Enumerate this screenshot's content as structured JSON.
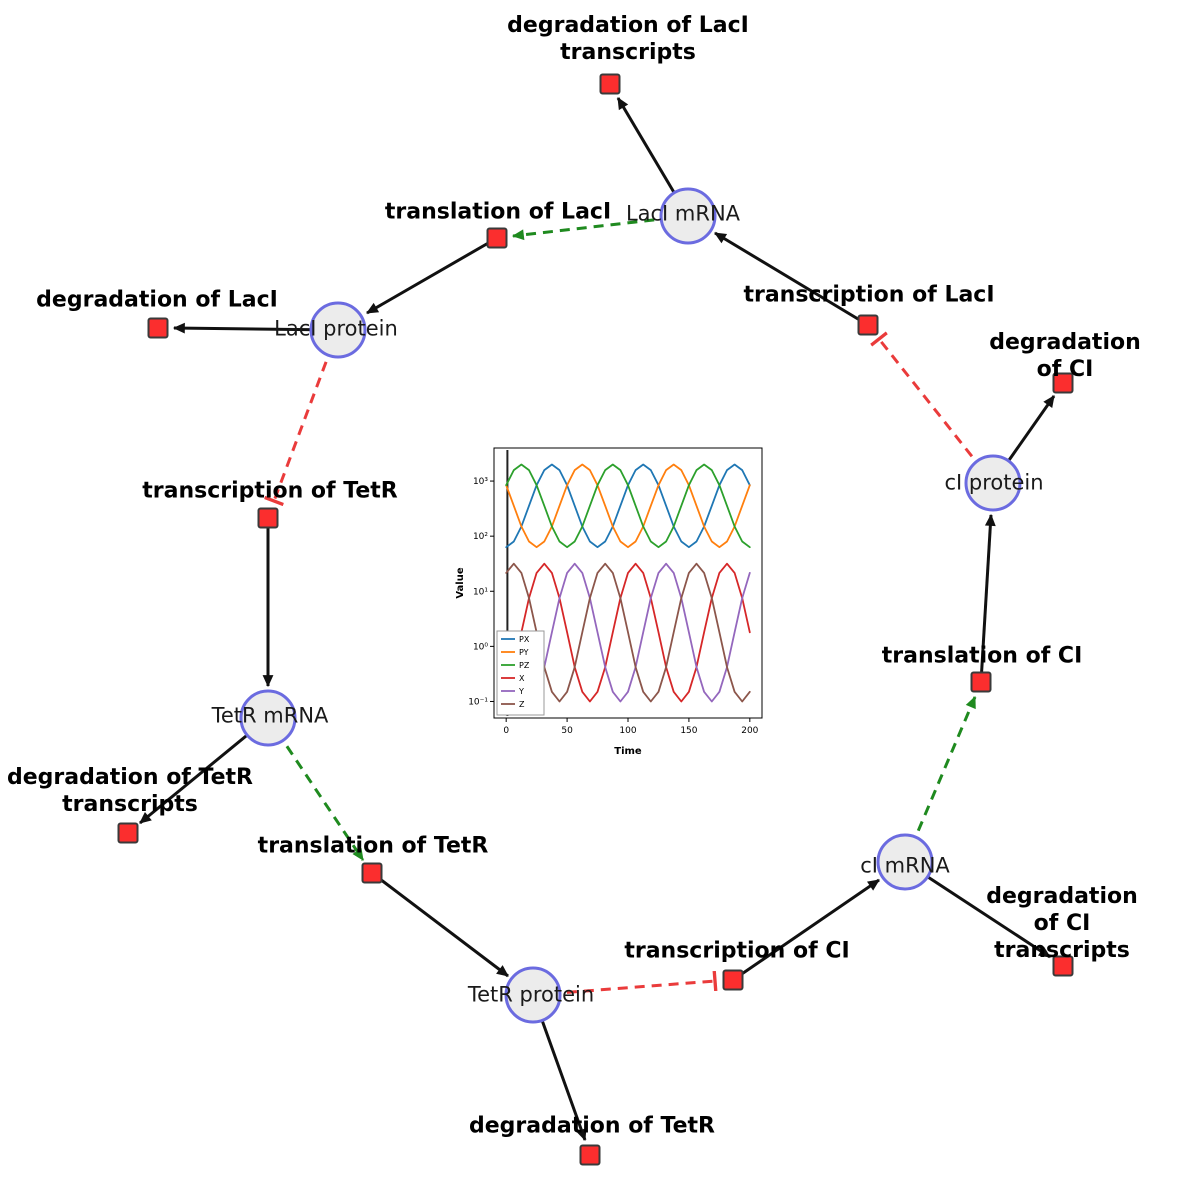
{
  "figure": {
    "description": "Repressilator gene regulatory network with simulation inset",
    "colors": {
      "species_fill": "#ececec",
      "species_border": "#6b6be0",
      "reaction_fill": "#fb2e2e",
      "reaction_border": "#3a3a3a",
      "edge_black": "#111111",
      "edge_green": "#1f8a1f",
      "edge_red": "#ea3b3b"
    }
  },
  "diagram": {
    "species": {
      "laci_mrna": "LacI mRNA",
      "laci_protein": "LacI protein",
      "tetr_mrna": "TetR mRNA",
      "tetr_protein": "TetR protein",
      "ci_mrna": "cI mRNA",
      "ci_protein": "cI protein"
    },
    "reactions": {
      "deg_laci_tx": "degradation of LacI\ntranscripts",
      "transl_laci": "translation of LacI",
      "transcr_laci": "transcription of LacI",
      "deg_laci": "degradation of LacI",
      "deg_ci": "degradation of CI",
      "transcr_tetr": "transcription of TetR",
      "transl_ci": "translation of CI",
      "deg_tetr_tx": "degradation of TetR\ntranscripts",
      "transl_tetr": "translation of TetR",
      "transcr_ci": "transcription of CI",
      "deg_ci_tx": "degradation of CI\ntranscripts",
      "deg_tetr": "degradation of TetR"
    }
  },
  "chart_data": {
    "type": "line",
    "title": "",
    "xlabel": "Time",
    "ylabel": "Value",
    "y_scale": "log",
    "grid": false,
    "legend_position": "lower left",
    "xlim": [
      -10,
      210
    ],
    "ylim_log": [
      -1.3,
      3.6
    ],
    "x_ticks": [
      0,
      50,
      100,
      150,
      200
    ],
    "y_ticks": [
      {
        "v": 0.1,
        "label": "10⁻¹"
      },
      {
        "v": 1,
        "label": "10⁰"
      },
      {
        "v": 10,
        "label": "10¹"
      },
      {
        "v": 100,
        "label": "10²"
      },
      {
        "v": 1000,
        "label": "10³"
      }
    ],
    "initial_transient_x": 1,
    "x": [
      0,
      6.25,
      12.5,
      18.75,
      25,
      31.25,
      37.5,
      43.75,
      50,
      56.25,
      62.5,
      68.75,
      75,
      81.25,
      87.5,
      93.75,
      100,
      106.25,
      112.5,
      118.75,
      125,
      131.25,
      137.5,
      143.75,
      150,
      156.25,
      162.5,
      168.75,
      175,
      181.25,
      187.5,
      193.75,
      200
    ],
    "series": [
      {
        "name": "PX",
        "color": "#1f77b4",
        "values": [
          63,
          80,
          150,
          355,
          840,
          1580,
          2000,
          1580,
          840,
          355,
          150,
          80,
          63,
          80,
          150,
          355,
          840,
          1580,
          2000,
          1580,
          840,
          355,
          150,
          80,
          63,
          80,
          150,
          355,
          840,
          1580,
          2000,
          1580,
          840
        ]
      },
      {
        "name": "PY",
        "color": "#ff7f0e",
        "values": [
          840,
          355,
          150,
          80,
          63,
          80,
          150,
          355,
          840,
          1580,
          2000,
          1580,
          840,
          355,
          150,
          80,
          63,
          80,
          150,
          355,
          840,
          1580,
          2000,
          1580,
          840,
          355,
          150,
          80,
          63,
          80,
          150,
          355,
          840
        ]
      },
      {
        "name": "PZ",
        "color": "#2ca02c",
        "values": [
          840,
          1580,
          2000,
          1580,
          840,
          355,
          150,
          80,
          63,
          80,
          150,
          355,
          840,
          1580,
          2000,
          1580,
          840,
          355,
          150,
          80,
          63,
          80,
          150,
          355,
          840,
          1580,
          2000,
          1580,
          840,
          355,
          150,
          80,
          63
        ]
      },
      {
        "name": "X",
        "color": "#d62728",
        "values": [
          0.15,
          0.42,
          1.8,
          7.5,
          21.5,
          31.6,
          21.5,
          7.5,
          1.8,
          0.42,
          0.15,
          0.1,
          0.15,
          0.42,
          1.8,
          7.5,
          21.5,
          31.6,
          21.5,
          7.5,
          1.8,
          0.42,
          0.15,
          0.1,
          0.15,
          0.42,
          1.8,
          7.5,
          21.5,
          31.6,
          21.5,
          7.5,
          1.8
        ]
      },
      {
        "name": "Y",
        "color": "#9467bd",
        "values": [
          1.8,
          0.42,
          0.15,
          0.1,
          0.15,
          0.42,
          1.8,
          7.5,
          21.5,
          31.6,
          21.5,
          7.5,
          1.8,
          0.42,
          0.15,
          0.1,
          0.15,
          0.42,
          1.8,
          7.5,
          21.5,
          31.6,
          21.5,
          7.5,
          1.8,
          0.42,
          0.15,
          0.1,
          0.15,
          0.42,
          1.8,
          7.5,
          21.5
        ]
      },
      {
        "name": "Z",
        "color": "#8c564b",
        "values": [
          21.5,
          31.6,
          21.5,
          7.5,
          1.8,
          0.42,
          0.15,
          0.1,
          0.15,
          0.42,
          1.8,
          7.5,
          21.5,
          31.6,
          21.5,
          7.5,
          1.8,
          0.42,
          0.15,
          0.1,
          0.15,
          0.42,
          1.8,
          7.5,
          21.5,
          31.6,
          21.5,
          7.5,
          1.8,
          0.42,
          0.15,
          0.1,
          0.15
        ]
      }
    ]
  }
}
